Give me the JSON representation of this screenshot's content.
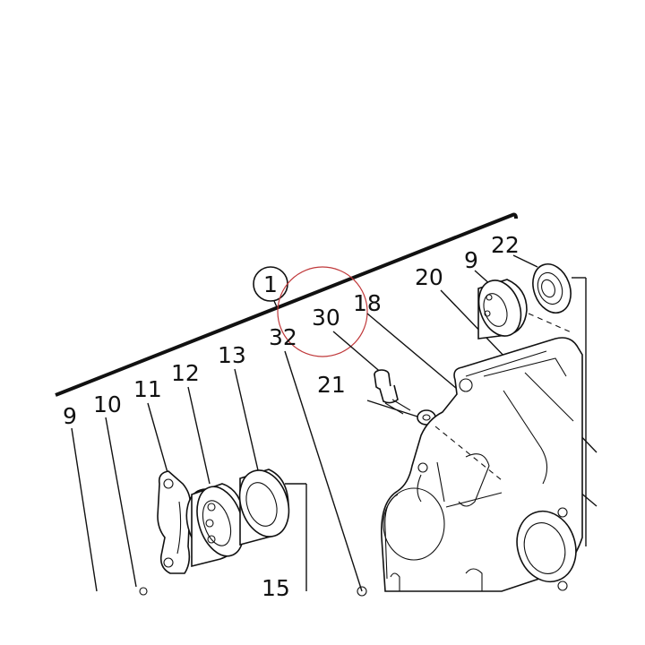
{
  "diagram": {
    "callouts": {
      "c1": "1",
      "c9a": "9",
      "c10": "10",
      "c11": "11",
      "c12": "12",
      "c13": "13",
      "c32": "32",
      "c30": "30",
      "c18": "18",
      "c21": "21",
      "c20": "20",
      "c9b": "9",
      "c22": "22",
      "c15": "15"
    },
    "colors": {
      "ink": "#111111",
      "highlight_circle": "#c0393b",
      "background": "#ffffff"
    }
  }
}
